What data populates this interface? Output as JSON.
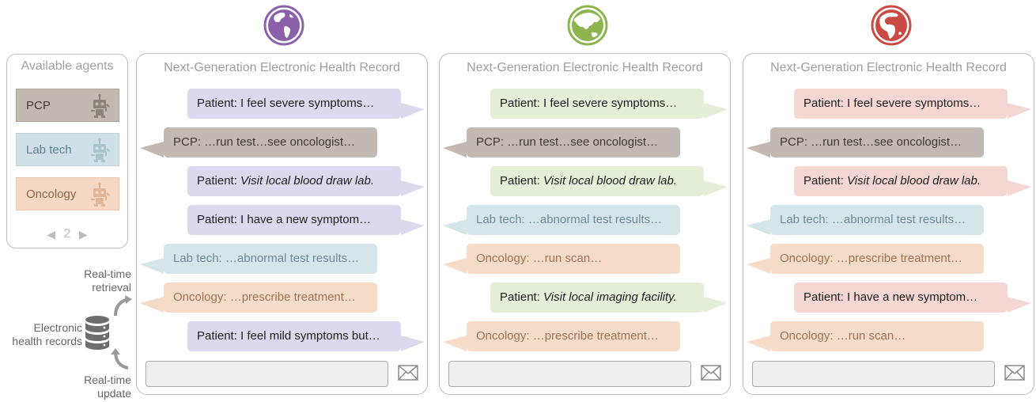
{
  "agents_panel": {
    "title": "Available agents",
    "agents": [
      {
        "label": "PCP",
        "icon": "robot-icon"
      },
      {
        "label": "Lab tech",
        "icon": "robot-icon"
      },
      {
        "label": "Oncology",
        "icon": "robot-icon"
      }
    ],
    "page": "2"
  },
  "ehr_labels": {
    "retrieval": "Real-time\nretrieval",
    "records": "Electronic\nhealth records",
    "update": "Real-time\nupdate"
  },
  "colors": {
    "pcp": "#c2bab2",
    "lab_tech": "#d5e6ea",
    "oncology": "#f5dcc9",
    "globe_americas": "#8a61a9",
    "globe_asia": "#8cb44f",
    "globe_africa": "#c94b43"
  },
  "panels": [
    {
      "title": "Next-Generation Electronic Health Record",
      "globe": "globe-americas-icon",
      "messages": [
        {
          "speaker": "Patient:",
          "text": " I feel severe symptoms…",
          "role": "patient",
          "italic": false
        },
        {
          "speaker": "PCP:",
          "text": " …run test…see oncologist…",
          "role": "pcp",
          "italic": false
        },
        {
          "speaker": "Patient:",
          "text": " Visit local blood draw lab.",
          "role": "patient",
          "italic": true
        },
        {
          "speaker": "Patient:",
          "text": " I have a new symptom…",
          "role": "patient",
          "italic": false
        },
        {
          "speaker": "Lab tech:",
          "text": " …abnormal test results…",
          "role": "lab",
          "italic": false
        },
        {
          "speaker": "Oncology:",
          "text": " …prescribe treatment…",
          "role": "onc",
          "italic": false
        },
        {
          "speaker": "Patient:",
          "text": " I feel mild symptoms but…",
          "role": "patient",
          "italic": false
        }
      ]
    },
    {
      "title": "Next-Generation Electronic Health Record",
      "globe": "globe-asia-icon",
      "messages": [
        {
          "speaker": "Patient:",
          "text": " I feel severe symptoms…",
          "role": "patient",
          "italic": false
        },
        {
          "speaker": "PCP:",
          "text": " …run test…see oncologist…",
          "role": "pcp",
          "italic": false
        },
        {
          "speaker": "Patient:",
          "text": " Visit local blood draw lab.",
          "role": "patient",
          "italic": true
        },
        {
          "speaker": "Lab tech:",
          "text": " …abnormal test results…",
          "role": "lab",
          "italic": false
        },
        {
          "speaker": "Oncology:",
          "text": " …run scan…",
          "role": "onc",
          "italic": false
        },
        {
          "speaker": "Patient:",
          "text": " Visit local imaging facility.",
          "role": "patient",
          "italic": true
        },
        {
          "speaker": "Oncology:",
          "text": " …prescribe treatment…",
          "role": "onc",
          "italic": false
        }
      ]
    },
    {
      "title": "Next-Generation Electronic Health Record",
      "globe": "globe-africa-icon",
      "messages": [
        {
          "speaker": "Patient:",
          "text": " I feel severe symptoms…",
          "role": "patient",
          "italic": false
        },
        {
          "speaker": "PCP:",
          "text": " …run test…see oncologist…",
          "role": "pcp",
          "italic": false
        },
        {
          "speaker": "Patient:",
          "text": " Visit local blood draw lab.",
          "role": "patient",
          "italic": true
        },
        {
          "speaker": "Lab tech:",
          "text": " …abnormal test results…",
          "role": "lab",
          "italic": false
        },
        {
          "speaker": "Oncology:",
          "text": " …prescribe treatment…",
          "role": "onc",
          "italic": false
        },
        {
          "speaker": "Patient:",
          "text": " I have a new symptom…",
          "role": "patient",
          "italic": false
        },
        {
          "speaker": "Oncology:",
          "text": " …run scan…",
          "role": "onc",
          "italic": false
        }
      ]
    }
  ]
}
